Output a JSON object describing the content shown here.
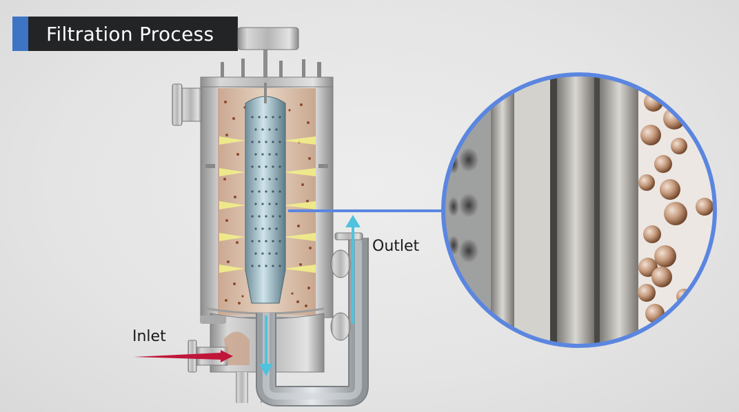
{
  "title": "Filtration Process",
  "labels": {
    "inlet": "Inlet",
    "outlet": "Outlet"
  },
  "colors": {
    "title_bg": "#222426",
    "title_accent": "#3d74c4",
    "inlet_arrow": "#c0163a",
    "flow_arrow": "#4fc3dd",
    "zoom_ring": "#5b86e0",
    "filtration_arrow": "#f2ef8a",
    "particle": "#8a4a2a"
  },
  "icons": [
    "inlet-arrow-icon",
    "outlet-arrow-icon",
    "filtration-arrow-icon",
    "zoom-callout-icon"
  ]
}
